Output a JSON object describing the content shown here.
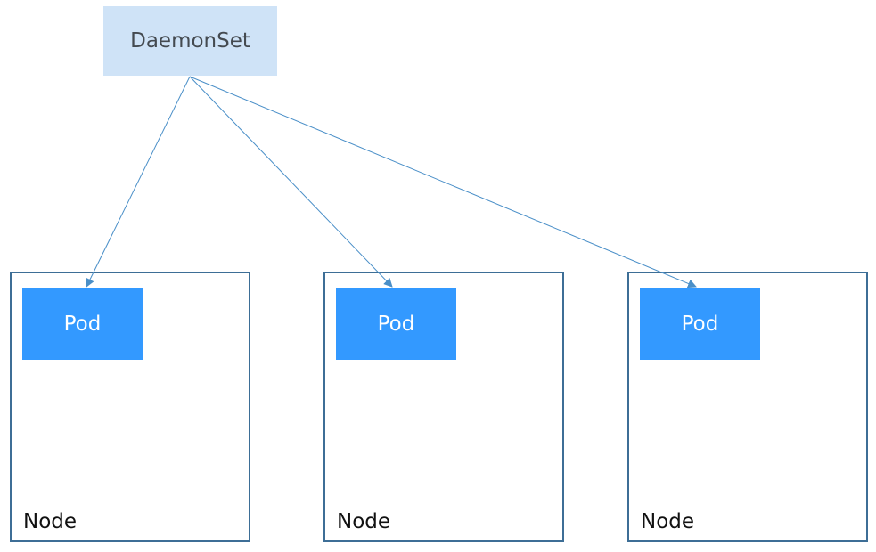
{
  "daemonset": {
    "label": "DaemonSet"
  },
  "nodes": [
    {
      "label": "Node",
      "pod": {
        "label": "Pod"
      }
    },
    {
      "label": "Node",
      "pod": {
        "label": "Pod"
      }
    },
    {
      "label": "Node",
      "pod": {
        "label": "Pod"
      }
    }
  ],
  "colors": {
    "daemonset_fill": "#cfe3f7",
    "pod_fill": "#3399ff",
    "node_border": "#3d6e96",
    "connector": "#4a8fc8"
  }
}
